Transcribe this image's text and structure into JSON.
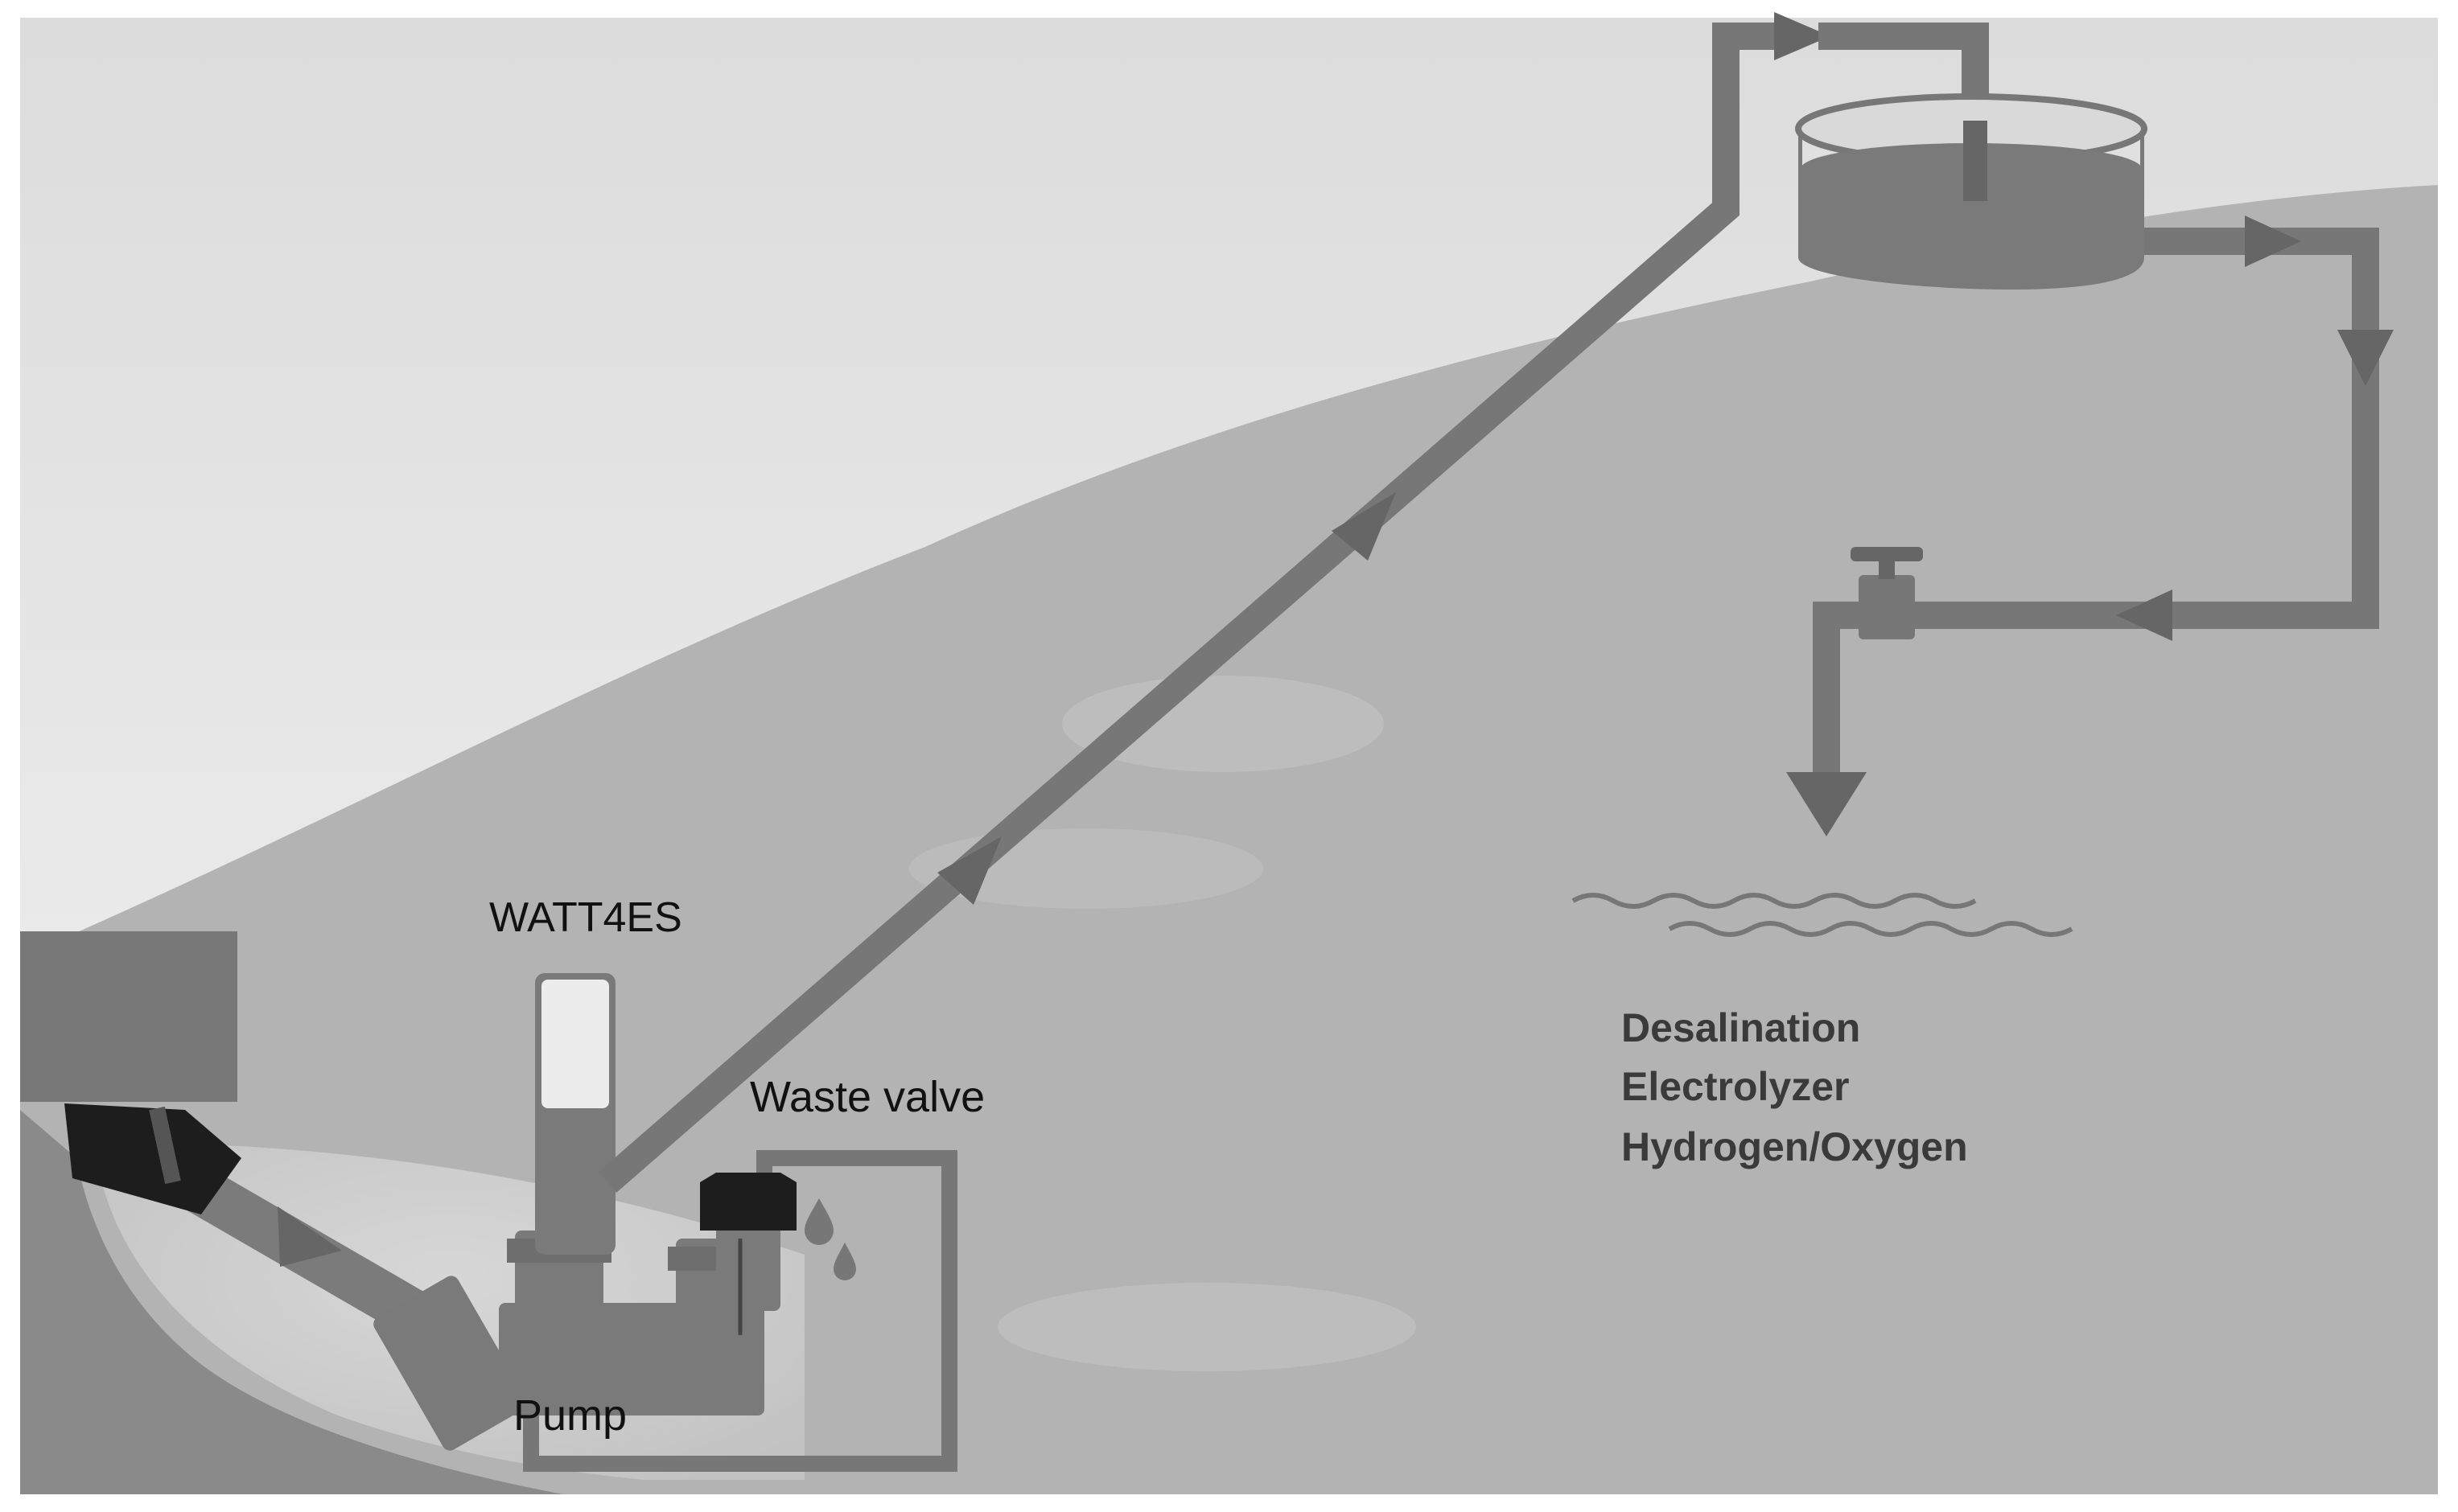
{
  "labels": {
    "watt4es": "WATT4ES",
    "waste_valve": "Waste valve",
    "pump": "Pump",
    "uses": [
      "Desalination",
      "Electrolyzer",
      "Hydrogen/Oxygen"
    ]
  },
  "colors": {
    "sky": "#e9e9e9",
    "hill": "#b3b3b3",
    "pipe": "#777777",
    "dark": "#4a4a4a",
    "cap": "#1a1a1a",
    "border": "#ffffff"
  }
}
